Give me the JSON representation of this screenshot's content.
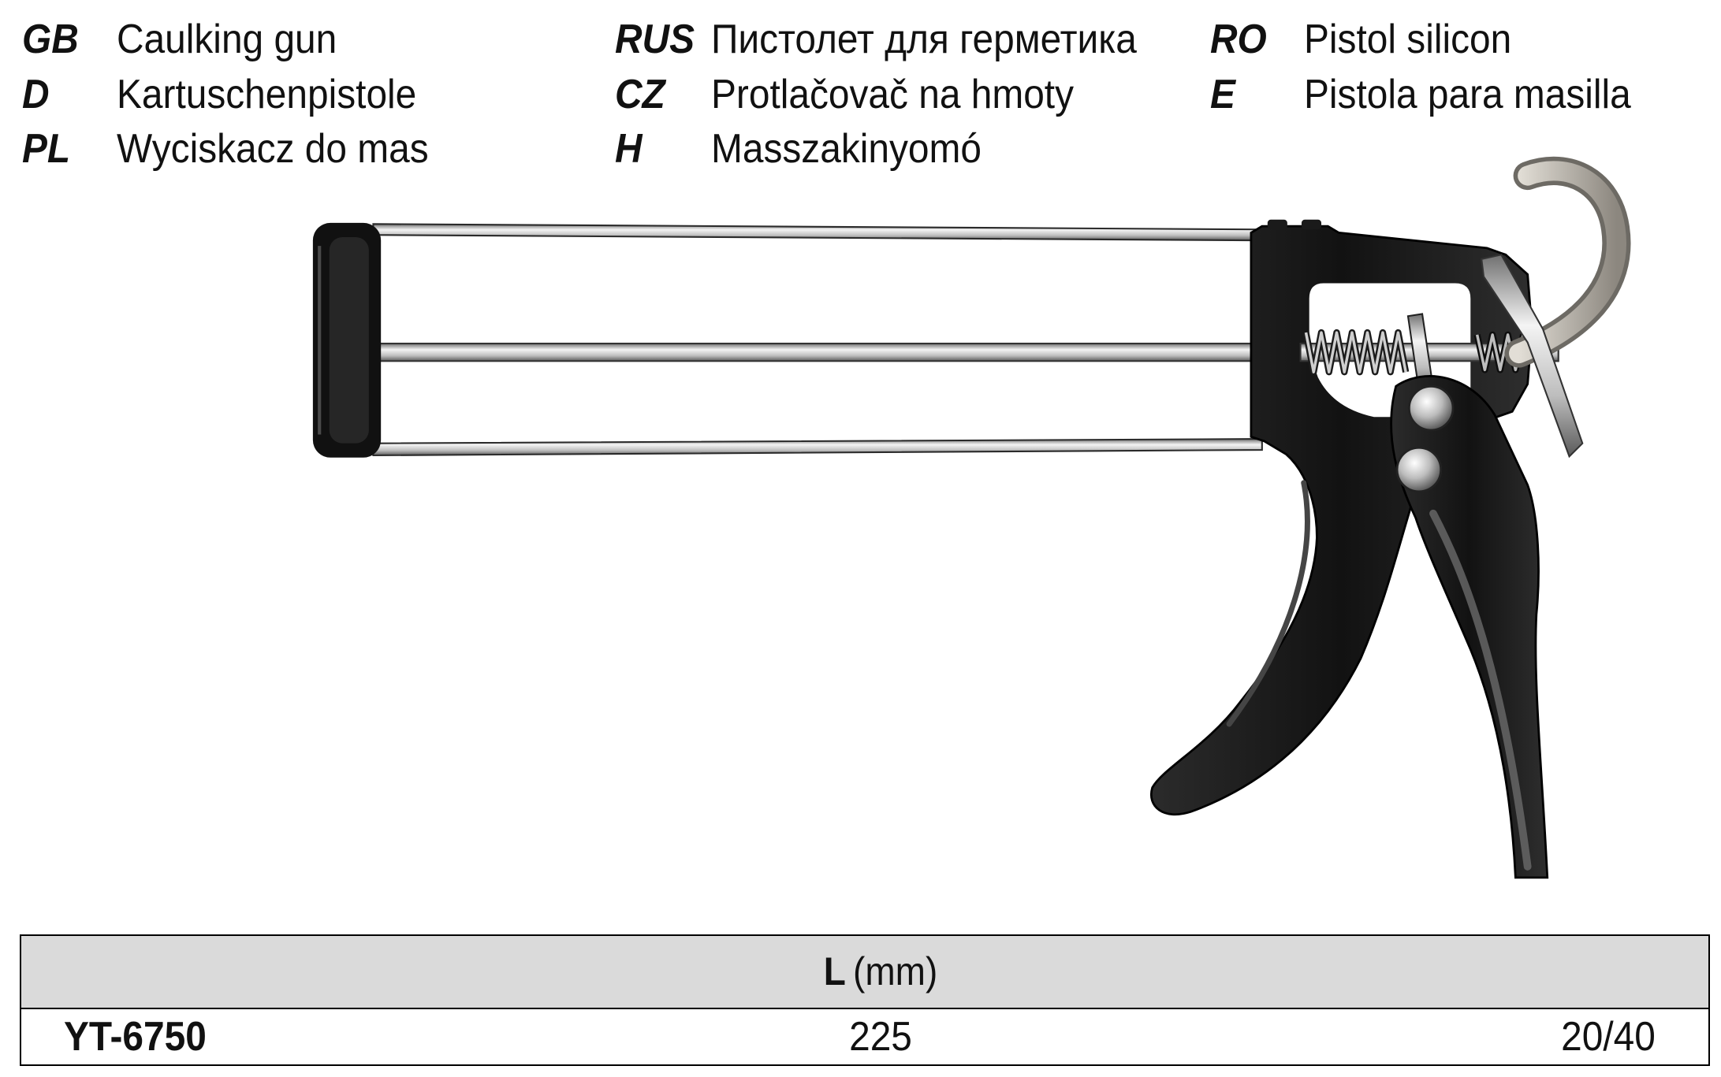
{
  "languages": [
    {
      "code": "GB",
      "name": "Caulking gun"
    },
    {
      "code": "D",
      "name": "Kartuschenpistole"
    },
    {
      "code": "PL",
      "name": "Wyciskacz do mas"
    },
    {
      "code": "RUS",
      "name": "Пистолет для герметика"
    },
    {
      "code": "CZ",
      "name": "Protlačovač na hmoty"
    },
    {
      "code": "H",
      "name": "Masszakinyomó"
    },
    {
      "code": "RO",
      "name": "Pistol silicon"
    },
    {
      "code": "E",
      "name": "Pistola para masilla"
    }
  ],
  "product_image": {
    "icon": "caulking-gun-photo"
  },
  "spec_table": {
    "header": {
      "symbol": "L",
      "unit": "(mm)"
    },
    "rows": [
      {
        "model": "YT-6750",
        "values": [
          "225",
          "20/40"
        ]
      }
    ]
  },
  "colors": {
    "text": "#111111",
    "table_header_bg": "#dadada",
    "table_border": "#000000",
    "gun_body": "#141414",
    "gun_metal": "#c8c8c8"
  }
}
